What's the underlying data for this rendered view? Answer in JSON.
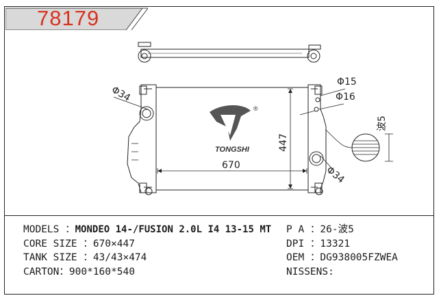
{
  "part_number": "78179",
  "logo": {
    "text": "TONGSHI",
    "mark": "®"
  },
  "drawing": {
    "core_width": "670",
    "core_height": "447",
    "inlet_dia": "Φ34",
    "outlet_dia": "Φ34",
    "pipe1_dia": "Φ15",
    "pipe2_dia": "Φ16",
    "fin": "波5"
  },
  "specs": {
    "models_label": "MODELS ：",
    "models_value": "MONDEO 14-/FUSION 2.0L I4 13-15 MT",
    "core_label": "CORE SIZE ：",
    "core_value": "670×447",
    "tank_label": "TANK SIZE ：",
    "tank_value": "43/43×474",
    "carton_label": "CARTON：",
    "carton_value": "900*160*540",
    "pa_label": "P A ：",
    "pa_value": "26-波5",
    "dpi_label": "DPI ：",
    "dpi_value": "13321",
    "oem_label": "OEM ：",
    "oem_value": "DG938005FZWEA",
    "nissens_label": "NISSENS:",
    "nissens_value": ""
  },
  "colors": {
    "accent": "#d8321f",
    "line": "#222222"
  }
}
